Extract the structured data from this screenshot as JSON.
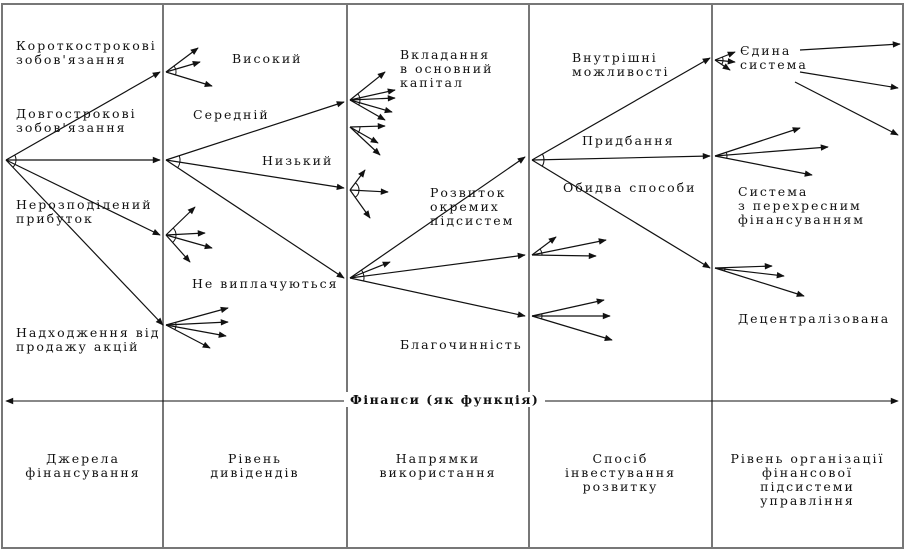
{
  "axis_title": "Фінанси (як функція)",
  "columns": [
    {
      "footer": [
        "Джерела",
        "фінансування"
      ]
    },
    {
      "footer": [
        "Рівень",
        "дивідендів"
      ]
    },
    {
      "footer": [
        "Напрямки",
        "використання"
      ]
    },
    {
      "footer": [
        "Спосіб",
        "інвестування",
        "розвитку"
      ]
    },
    {
      "footer": [
        "Рівень організації",
        "фінансової",
        "підсистеми",
        "управління"
      ]
    }
  ],
  "sources": {
    "short_term": [
      "Короткострокові",
      "зобов'язання"
    ],
    "long_term": [
      "Довгострокові",
      "зобов'язання"
    ],
    "retained": [
      "Нерозподілений",
      "прибуток"
    ],
    "shares": [
      "Надходження від",
      "продажу акцій"
    ]
  },
  "dividends": {
    "high": "Високий",
    "medium": "Середній",
    "low": "Низький",
    "none": "Не виплачуються"
  },
  "usage": {
    "fixed_capital": [
      "Вкладання",
      "в основний",
      "капітал"
    ],
    "subsystems": [
      "Розвиток",
      "окремих",
      "підсистем"
    ],
    "charity": "Благочинність"
  },
  "investment": {
    "internal": [
      "Внутрішні",
      "можливості"
    ],
    "acquisition": "Придбання",
    "both": "Обидва способи"
  },
  "organization": {
    "single": [
      "Єдина",
      "система"
    ],
    "cross": [
      "Система",
      "з перехресним",
      "фінансуванням"
    ],
    "decentral": "Децентралізована"
  }
}
